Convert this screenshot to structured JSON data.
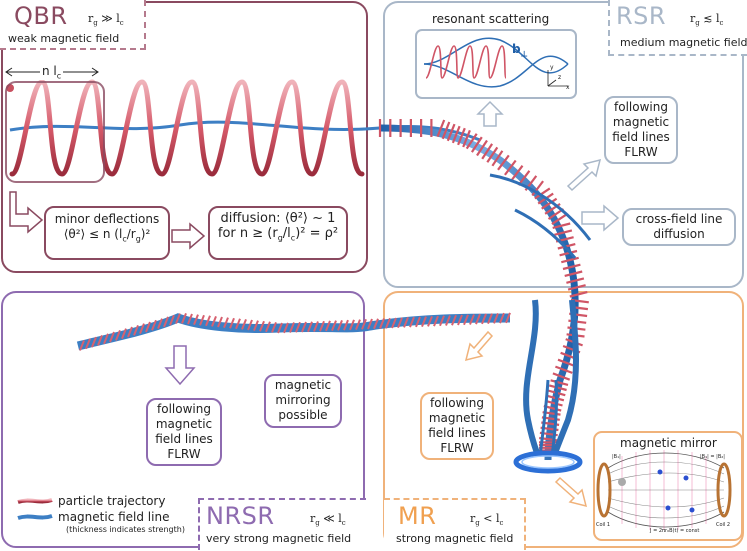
{
  "qbr": {
    "name": "QBR",
    "relation": "r",
    "relation_sub": "g",
    "relation_op": " ≫ l",
    "relation_sub2": "c",
    "field": "weak magnetic field",
    "scale_label": "n l",
    "scale_sub": "c",
    "minor_line1": "minor deflections",
    "minor_line2": "⟨θ²⟩ ≤ n (l",
    "minor_line2b": "c",
    "minor_line2c": "/r",
    "minor_line2d": "g",
    "minor_line2e": ")²",
    "diff_line1": "diffusion:  ⟨θ²⟩ ~ 1",
    "diff_line2": "for  n ≥ (r",
    "diff_line2b": "g",
    "diff_line2c": "/l",
    "diff_line2d": "c",
    "diff_line2e": ")² = ρ²"
  },
  "rsr": {
    "name": "RSR",
    "relation": "r",
    "relation_sub": "g",
    "relation_op": " ≲ l",
    "relation_sub2": "c",
    "field": "medium magnetic field",
    "resonant": "resonant scattering",
    "b_label": "b",
    "b_sub": "⊥",
    "axis_y": "y",
    "axis_z": "z",
    "axis_x": "x",
    "follow": [
      "following",
      "magnetic",
      "field lines",
      "FLRW"
    ],
    "cross": [
      "cross-field line",
      "diffusion"
    ]
  },
  "nrsr": {
    "name": "NRSR",
    "relation": "r",
    "relation_sub": "g",
    "relation_op": " ≪ l",
    "relation_sub2": "c",
    "field": "very strong magnetic field",
    "follow": [
      "following",
      "magnetic",
      "field lines",
      "FLRW"
    ],
    "mirror_possible": [
      "magnetic",
      "mirroring",
      "possible"
    ]
  },
  "mr": {
    "name": "MR",
    "relation": "r",
    "relation_sub": "g",
    "relation_op": " < l",
    "relation_sub2": "c",
    "field": "strong magnetic field",
    "follow": [
      "following",
      "magnetic",
      "field lines",
      "FLRW"
    ],
    "mirror_title": "magnetic mirror",
    "coil1": "Coil 1",
    "coil2": "Coil 2",
    "formula": "J = 2πr₀B(t) = const",
    "b1": "|B₁|",
    "b1eq": "|B₁| = |B₂|"
  },
  "legend": {
    "trajectory": "particle trajectory",
    "field_line": "magnetic field line",
    "thickness": "(thickness indicates strength)"
  },
  "colors": {
    "qbr": "#8a4a60",
    "rsr": "#a9b7c8",
    "nrsr": "#8e6bb0",
    "mr": "#f0b27a",
    "trajectory": "#c8505f",
    "field": "#2f6fb5"
  }
}
